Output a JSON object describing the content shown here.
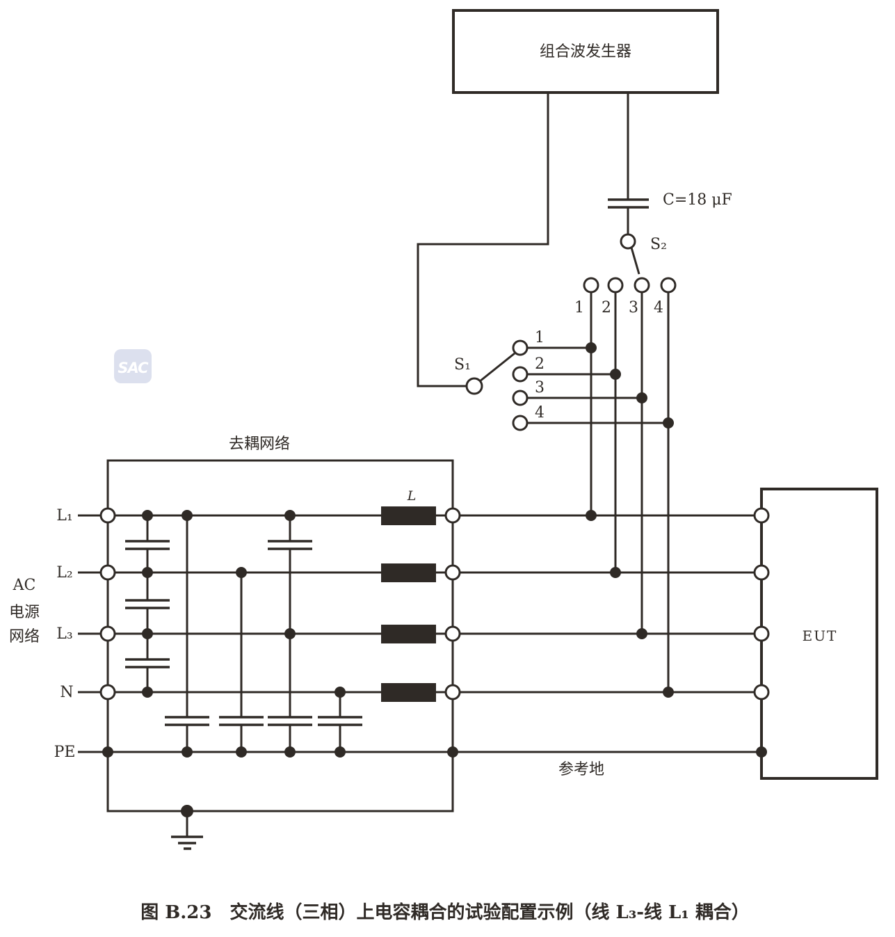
{
  "colors": {
    "line": "#2f2a26",
    "background": "#ffffff",
    "watermark_bg": "#dce0ee",
    "watermark_text": "#ffffff"
  },
  "diagram": {
    "generator_label": "组合波发生器",
    "capacitor_label": "C=18 μF",
    "s2_label": "S₂",
    "s2_contacts": [
      "1",
      "2",
      "3",
      "4"
    ],
    "s1_label": "S₁",
    "s1_contacts": [
      "1",
      "2",
      "3",
      "4"
    ],
    "decoupling_label": "去耦网络",
    "inductor_label": "L",
    "ac_source": {
      "line1": "AC",
      "line2": "电源",
      "line3": "网络"
    },
    "row_labels": [
      "L₁",
      "L₂",
      "L₃",
      "N",
      "PE"
    ],
    "eut_label": "EUT",
    "reference_ground_label": "参考地",
    "watermark_label": "SAC"
  },
  "caption": "图 B.23　交流线（三相）上电容耦合的试验配置示例（线 L₃-线 L₁ 耦合）"
}
